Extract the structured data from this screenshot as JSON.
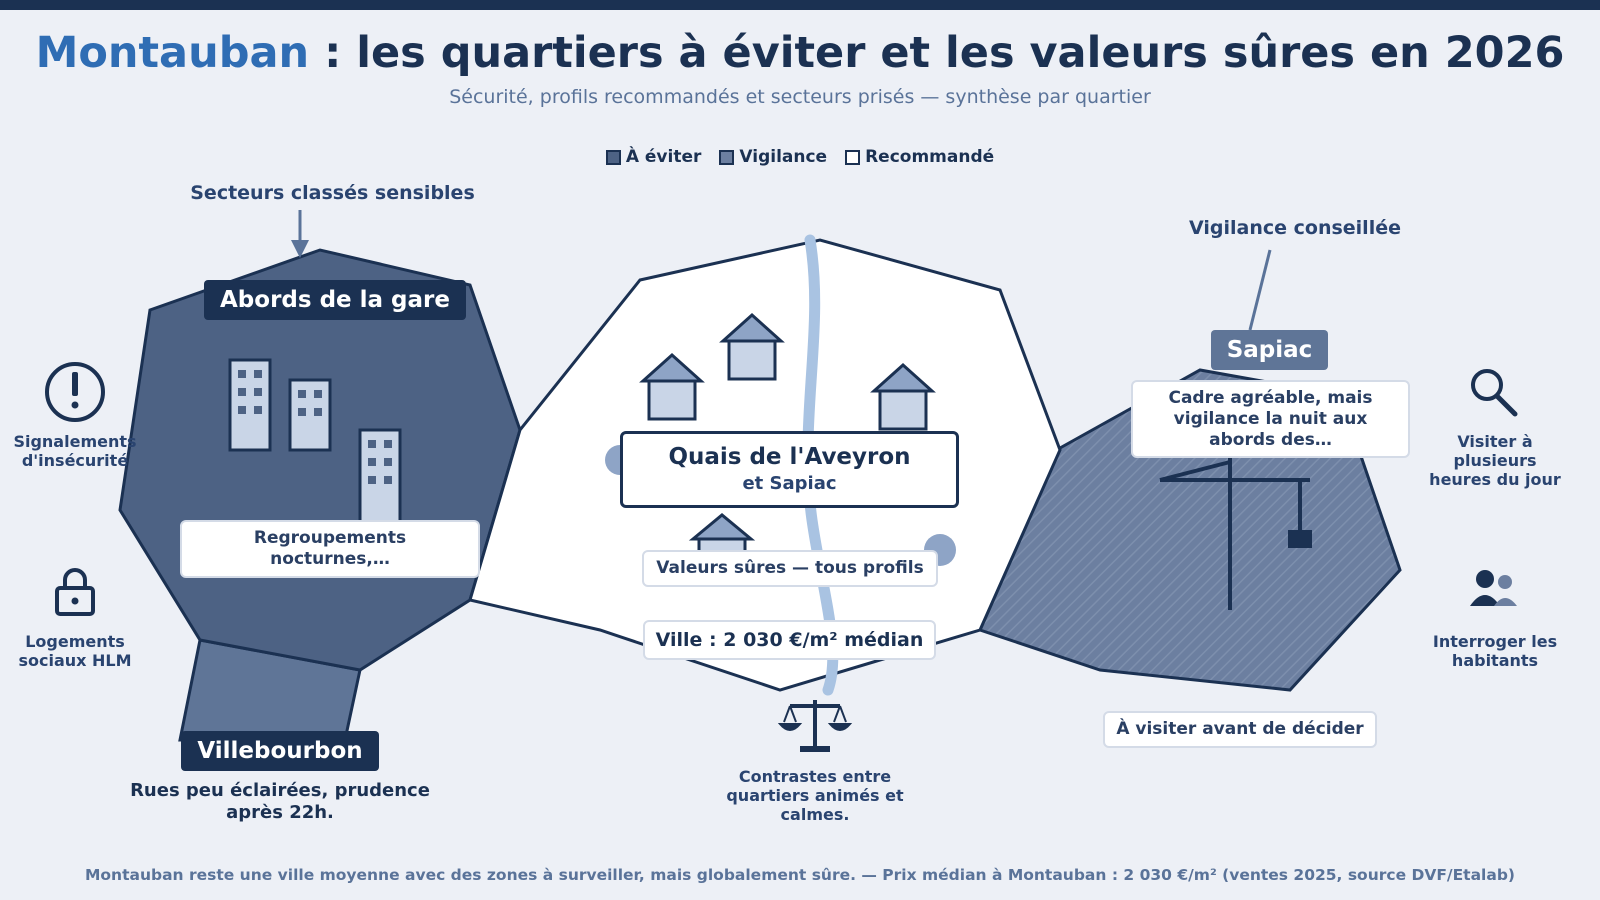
{
  "header": {
    "title_city": "Montauban",
    "title_rest": " : les quartiers à éviter et les valeurs sûres en 2026",
    "subtitle": "Sécurité, profils recommandés et secteurs prisés — synthèse par quartier"
  },
  "legend": [
    {
      "label": "À éviter",
      "color": "#4d6284"
    },
    {
      "label": "Vigilance",
      "color": "#6c7fa0"
    },
    {
      "label": "Recommandé",
      "color": "#ffffff"
    }
  ],
  "left": {
    "callout": "Secteurs classés sensibles",
    "zone_label": "Abords de la gare",
    "card_text": "Regroupements nocturnes,…",
    "sub_zone_label": "Villebourbon",
    "sub_zone_note": "Rues peu éclairées, prudence après 22h.",
    "side_items": [
      {
        "icon": "warning-icon",
        "label": "Signalements d'insécurité"
      },
      {
        "icon": "lock-icon",
        "label": "Logements sociaux HLM"
      }
    ]
  },
  "center": {
    "zone_title": "Quais de l'Aveyron",
    "zone_subtitle": "et Sapiac",
    "badge": "Valeurs sûres — tous profils",
    "price": "Ville : 2 030 €/m² médian",
    "note": "Contrastes entre quartiers animés et calmes."
  },
  "right": {
    "callout": "Vigilance conseillée",
    "zone_label": "Sapiac",
    "card_text": "Cadre agréable, mais vigilance la nuit aux abords des…",
    "visit_badge": "À visiter avant de décider",
    "side_items": [
      {
        "icon": "search-icon",
        "label": "Visiter à plusieurs heures du jour"
      },
      {
        "icon": "people-icon",
        "label": "Interroger les habitants"
      }
    ]
  },
  "footer": "Montauban reste une ville moyenne avec des zones à surveiller, mais globalement sûre. — Prix médian à Montauban : 2 030 €/m² (ventes 2025, source DVF/Etalab)",
  "colors": {
    "navy": "#1b3152",
    "accent": "#2f6db4",
    "avoid": "#4d6284",
    "vigilance": "#6c7fa0",
    "river": "#a9c3e2",
    "background": "#edf0f6"
  }
}
